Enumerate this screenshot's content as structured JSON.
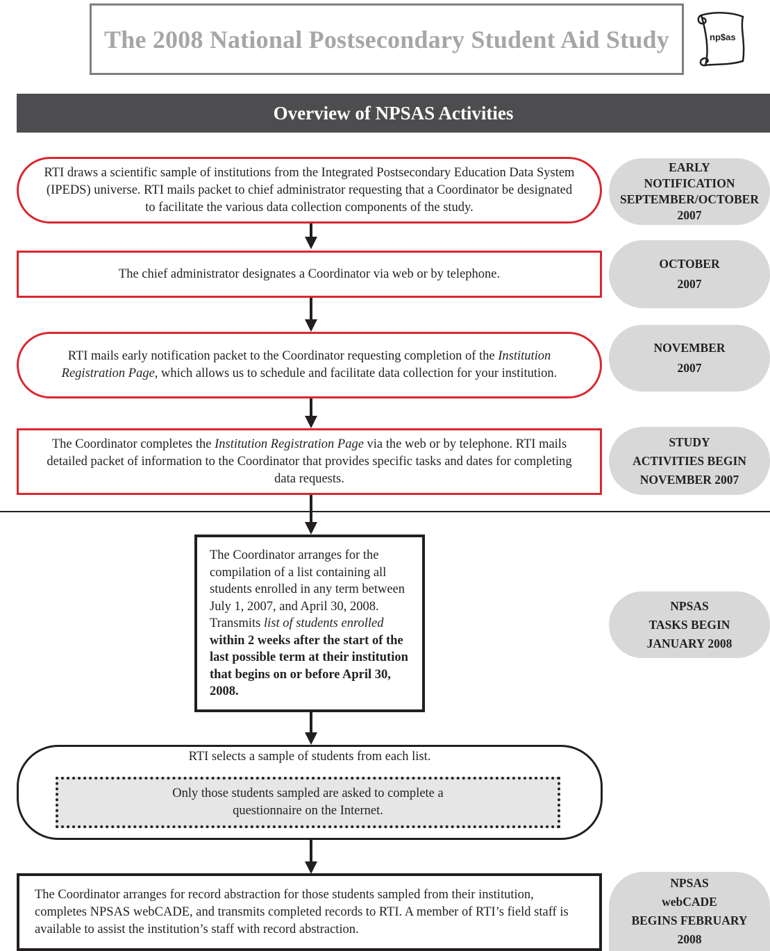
{
  "header": {
    "title": "The 2008 National Postsecondary Student Aid Study",
    "logo_text": "np$as",
    "logo_icon": "scroll-icon"
  },
  "banner": {
    "title": "Overview of NPSAS Activities"
  },
  "steps": [
    {
      "text": "RTI draws a scientific sample of institutions from the Integrated Postsecondary Education Data System (IPEDS) universe. RTI mails packet to chief administrator requesting that a Coordinator be designated to facilitate the various data collection components of the study."
    },
    {
      "text": "The chief administrator designates a Coordinator via web or by telephone."
    },
    {
      "text_a": "RTI mails early notification packet to the Coordinator requesting completion of the ",
      "text_b": "Institution Registration Page",
      "text_c": ", which allows us to schedule and facilitate data collection for your institution."
    },
    {
      "text_a": "The Coordinator completes the ",
      "text_b": "Institution Registration Page",
      "text_c": " via the web or by telephone. RTI mails detailed packet of information to the Coordinator that provides specific tasks and dates for completing data requests."
    },
    {
      "text_a": "The Coordinator arranges for the compilation of a list containing all students enrolled in any term between July 1, 2007, and April 30, 2008. Transmits ",
      "text_b": "list of students enrolled",
      "text_c": " within 2 weeks after the start of the last possible term at their institution that begins on or before April 30, 2008."
    },
    {
      "title": "RTI selects a sample of students from each list.",
      "note": "Only those students sampled are asked to complete a questionnaire on the Internet."
    },
    {
      "text": "The Coordinator arranges for record abstraction for those students sampled from their institution, completes NPSAS webCADE, and transmits completed records to RTI. A member of RTI’s field staff is available to assist the institution’s staff with record abstraction."
    }
  ],
  "dates": [
    {
      "lines": [
        "EARLY",
        "NOTIFICATION",
        "SEPTEMBER/OCTOBER",
        "2007"
      ]
    },
    {
      "lines": [
        "OCTOBER",
        "2007"
      ]
    },
    {
      "lines": [
        "NOVEMBER",
        "2007"
      ]
    },
    {
      "lines": [
        "STUDY",
        "ACTIVITIES BEGIN",
        "NOVEMBER 2007"
      ]
    },
    {
      "lines": [
        "NPSAS",
        "TASKS BEGIN",
        "JANUARY 2008"
      ]
    },
    {
      "lines": [
        "NPSAS",
        "webCADE",
        "BEGINS FEBRUARY",
        "2008"
      ]
    }
  ],
  "colors": {
    "red": "#d9272e",
    "dark": "#231f20",
    "banner": "#4d4d4f",
    "date_bg": "#d8d8d8",
    "title_gray": "#a6a6a6"
  }
}
